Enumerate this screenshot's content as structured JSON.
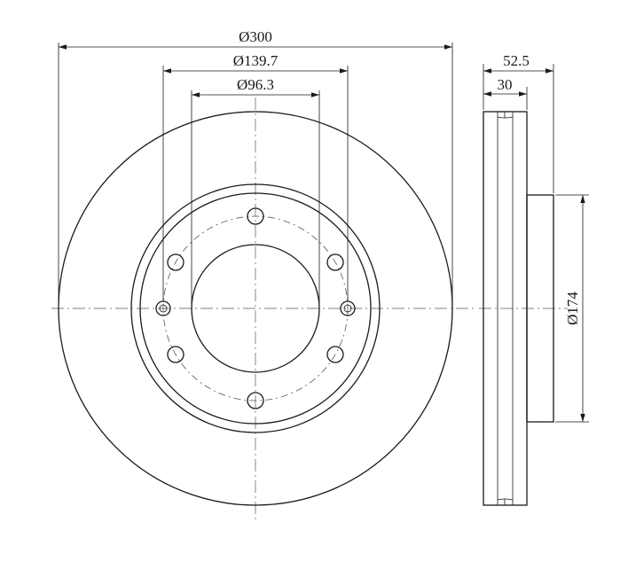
{
  "dimensions": {
    "outer_diameter": "Ø300",
    "bolt_circle_diameter": "Ø139.7",
    "center_bore_diameter": "Ø96.3",
    "total_height": "52.5",
    "disc_thickness": "30",
    "hat_diameter": "Ø174"
  },
  "bolt_holes": 6,
  "colors": {
    "line": "#1a1a1a",
    "centerline": "#555555",
    "background": "#ffffff"
  }
}
